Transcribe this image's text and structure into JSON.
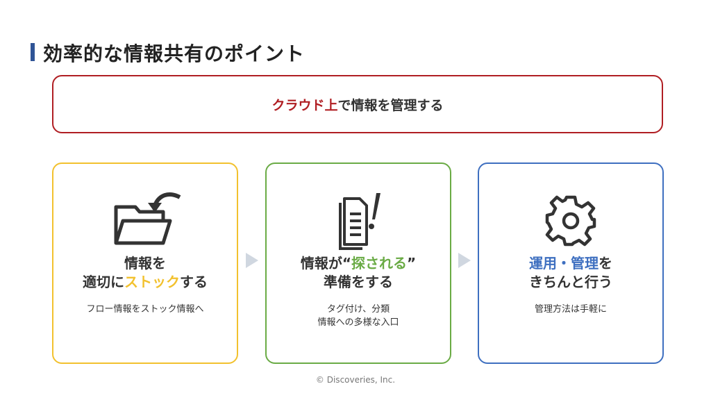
{
  "title": "効率的な情報共有のポイント",
  "banner": {
    "highlight": "クラウド上",
    "rest": "で情報を管理する"
  },
  "cards": [
    {
      "line1": "情報を",
      "line2_pre": "適切に",
      "line2_hl": "ストック",
      "line2_post": "する",
      "desc": [
        "フロー情報をストック情報へ"
      ],
      "icon": "folder-return-icon"
    },
    {
      "line1_pre": "情報が“",
      "line1_hl": "探される",
      "line1_post": "”",
      "line2": "準備をする",
      "desc": [
        "タグ付け、分類",
        "情報への多様な入口"
      ],
      "icon": "documents-exclamation-icon"
    },
    {
      "line1_hl": "運用・管理",
      "line1_post": "を",
      "line2": "きちんと行う",
      "desc": [
        "管理方法は手軽に"
      ],
      "icon": "gear-icon"
    }
  ],
  "colors": {
    "accent_red": "#b01e23",
    "yellow": "#f2c12e",
    "green": "#6aab45",
    "blue": "#3e6fc0",
    "title_bar": "#2f5496"
  },
  "footer": "© Discoveries, Inc."
}
